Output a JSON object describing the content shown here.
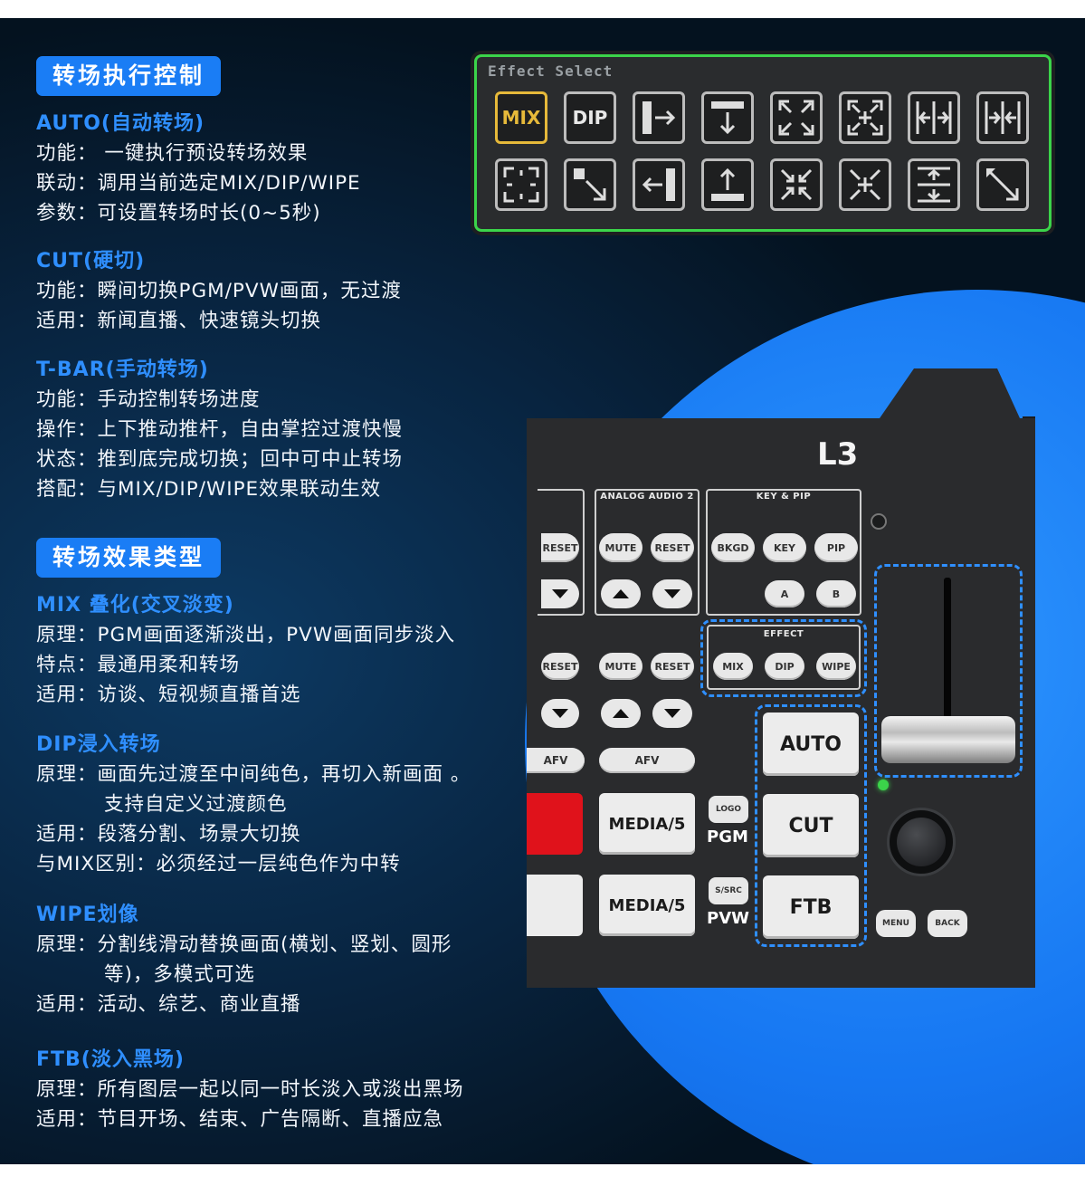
{
  "left": {
    "section1": {
      "pill": "转场执行控制",
      "auto": {
        "heading": "AUTO(自动转场)",
        "lines": [
          "功能： 一键执行预设转场效果",
          "联动：调用当前选定MIX/DIP/WIPE",
          "参数：可设置转场时长(0~5秒)"
        ]
      },
      "cut": {
        "heading": "CUT(硬切)",
        "lines": [
          "功能：瞬间切换PGM/PVW画面，无过渡",
          "适用：新闻直播、快速镜头切换"
        ]
      },
      "tbar": {
        "heading": "T-BAR(手动转场)",
        "lines": [
          "功能：手动控制转场进度",
          "操作：上下推动推杆，自由掌控过渡快慢",
          "状态：推到底完成切换；回中可中止转场",
          "搭配：与MIX/DIP/WIPE效果联动生效"
        ]
      }
    },
    "section2": {
      "pill": "转场效果类型",
      "mix": {
        "heading": "MIX 叠化(交叉淡变)",
        "lines": [
          "原理：PGM画面逐渐淡出，PVW画面同步淡入",
          "特点：最通用柔和转场",
          "适用：访谈、短视频直播首选"
        ]
      },
      "dip": {
        "heading": "DIP浸入转场",
        "lines": [
          "原理：画面先过渡至中间纯色，再切入新画面 。",
          "支持自定义过渡颜色",
          "适用：段落分割、场景大切换",
          "与MIX区别：必须经过一层纯色作为中转"
        ]
      },
      "wipe": {
        "heading": "WIPE划像",
        "lines": [
          "原理：分割线滑动替换画面(横划、竖划、圆形",
          "等)，多模式可选",
          "适用：活动、综艺、商业直播"
        ]
      },
      "ftb": {
        "heading": "FTB(淡入黑场)",
        "lines": [
          "原理：所有图层一起以同一时长淡入或淡出黑场",
          "适用：节目开场、结束、广告隔断、直播应急"
        ]
      }
    }
  },
  "effect_select": {
    "title": "Effect Select",
    "mix": "MIX",
    "dip": "DIP",
    "wipe_icons": [
      "wipe-right-icon",
      "wipe-down-icon",
      "box-out-icon",
      "box-in-cross-icon",
      "split-horizontal-out-icon",
      "split-horizontal-in-icon",
      "box-corners-out-icon",
      "wipe-diagonal-down-right-icon",
      "wipe-left-icon",
      "wipe-up-icon",
      "box-shrink-icon",
      "box-shrink-cross-icon",
      "split-vertical-icon",
      "wipe-diagonal-up-left-icon"
    ]
  },
  "device": {
    "brand": "L3",
    "analog_audio_2": "ANALOG AUDIO 2",
    "key_pip": "KEY & PIP",
    "effect": "EFFECT",
    "buttons": {
      "reset_partial": "RESET",
      "mute": "MUTE",
      "reset": "RESET",
      "bkgd": "BKGD",
      "key": "KEY",
      "pip": "PIP",
      "a": "A",
      "b": "B",
      "mix": "MIX",
      "dip": "DIP",
      "wipe": "WIPE",
      "afv": "AFV",
      "media5_pgm": "MEDIA/5",
      "media5_pvw": "MEDIA/5",
      "logo": "LOGO",
      "ssrc": "S/SRC",
      "auto": "AUTO",
      "cut": "CUT",
      "ftb": "FTB",
      "menu": "MENU",
      "back": "BACK"
    },
    "pgm": "PGM",
    "pvw": "PVW",
    "colors": {
      "accent": "#2f8fff",
      "red": "#e0121b",
      "led": "#3bd44a",
      "effect_border": "#3bd44a",
      "selected": "#e6b93a"
    }
  }
}
